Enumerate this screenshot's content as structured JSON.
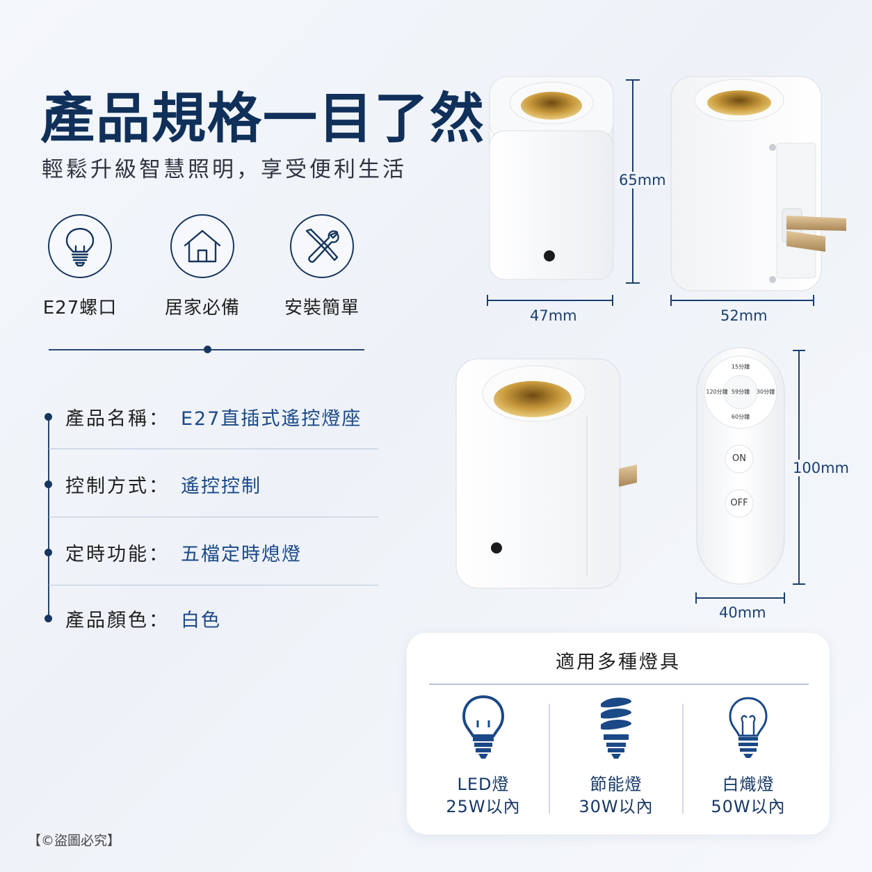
{
  "header": {
    "title": "產品規格一目了然",
    "subtitle": "輕鬆升級智慧照明，享受便利生活"
  },
  "features": [
    {
      "label": "E27螺口",
      "icon": "bulb-icon"
    },
    {
      "label": "居家必備",
      "icon": "house-icon"
    },
    {
      "label": "安裝簡單",
      "icon": "tools-icon"
    }
  ],
  "specs": [
    {
      "key": "產品名稱：",
      "value": "E27直插式遙控燈座"
    },
    {
      "key": "控制方式：",
      "value": "遙控控制"
    },
    {
      "key": "定時功能：",
      "value": "五檔定時熄燈"
    },
    {
      "key": "產品顏色：",
      "value": "白色"
    }
  ],
  "dimensions": {
    "height": "65mm",
    "front_width": "47mm",
    "side_width": "52mm",
    "remote_height": "100mm",
    "remote_width": "40mm"
  },
  "remote": {
    "timer_top": "15分鐘",
    "timer_left": "120分鐘",
    "timer_center": "59分鐘",
    "timer_right": "30分鐘",
    "timer_bottom": "60分鐘",
    "on_label": "ON",
    "off_label": "OFF"
  },
  "lamps": {
    "title": "適用多種燈具",
    "items": [
      {
        "name": "LED燈",
        "watt": "25W以內",
        "icon": "led-bulb-icon"
      },
      {
        "name": "節能燈",
        "watt": "30W以內",
        "icon": "cfl-bulb-icon"
      },
      {
        "name": "白熾燈",
        "watt": "50W以內",
        "icon": "incandescent-bulb-icon"
      }
    ]
  },
  "footer": "【©盜圖必究】",
  "colors": {
    "primary": "#10305a",
    "accent": "#1b4886",
    "socket_brass": "#c99a3c"
  }
}
